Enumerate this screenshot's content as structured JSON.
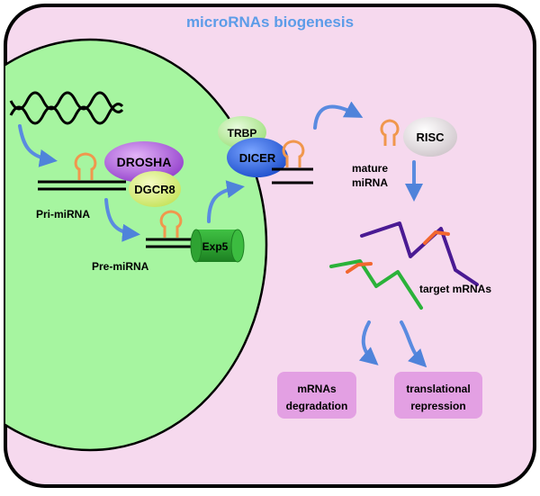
{
  "title": "microRNAs biogenesis",
  "labels": {
    "pri_mirna": "Pri-miRNA",
    "pre_mirna": "Pre-miRNA",
    "drosha": "DROSHA",
    "dgcr8": "DGCR8",
    "exp5": "Exp5",
    "trbp": "TRBP",
    "dicer": "DICER",
    "risc": "RISC",
    "mature_line1": "mature",
    "mature_line2": "miRNA",
    "target_mrnas": "target mRNAs",
    "outcome_left_line1": "mRNAs",
    "outcome_left_line2": "degradation",
    "outcome_right_line1": "translational",
    "outcome_right_line2": "repression"
  },
  "colors": {
    "background": "#f6d9ee",
    "nucleus": "#a6f5a0",
    "drosha": "#a84fd8",
    "dgcr8": "#d2ef78",
    "exp5": "#2aa52d",
    "trbp": "#b7ec9f",
    "dicer": "#2b63e0",
    "risc": "#e8e0e4",
    "arrow": "#5a8be0",
    "hairpin": "#f0974d",
    "mrna_purple": "#4a1a93",
    "mrna_green": "#2bb23a",
    "mrna_orange": "#f2672f",
    "outcome_box": "#e3a0e3",
    "title": "#5c9ce8"
  }
}
